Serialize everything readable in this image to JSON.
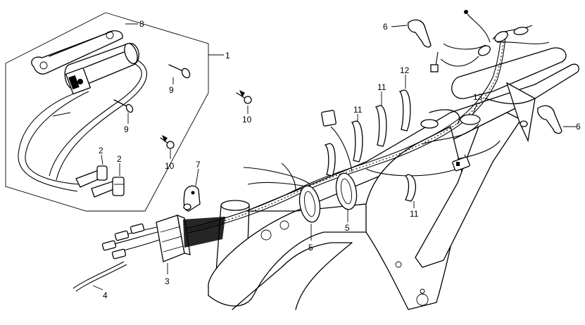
{
  "callouts": [
    {
      "id": "c1",
      "label": "1",
      "part": "ignition-coil-assembly"
    },
    {
      "id": "c2a",
      "label": "2",
      "part": "spark-plug-cap"
    },
    {
      "id": "c2b",
      "label": "2",
      "part": "spark-plug-cap"
    },
    {
      "id": "c3",
      "label": "3",
      "part": "connector-block"
    },
    {
      "id": "c4",
      "label": "4",
      "part": "wire-lead"
    },
    {
      "id": "c5a",
      "label": "5",
      "part": "harness-band"
    },
    {
      "id": "c5b",
      "label": "5",
      "part": "harness-band"
    },
    {
      "id": "c6a",
      "label": "6",
      "part": "wire-clamp"
    },
    {
      "id": "c6b",
      "label": "6",
      "part": "wire-clamp"
    },
    {
      "id": "c7",
      "label": "7",
      "part": "cable-bracket"
    },
    {
      "id": "c8",
      "label": "8",
      "part": "coil-mounting-bracket"
    },
    {
      "id": "c9a",
      "label": "9",
      "part": "bolt"
    },
    {
      "id": "c9b",
      "label": "9",
      "part": "bolt"
    },
    {
      "id": "c10a",
      "label": "10",
      "part": "screw"
    },
    {
      "id": "c10b",
      "label": "10",
      "part": "screw"
    },
    {
      "id": "c11a",
      "label": "11",
      "part": "harness-clip"
    },
    {
      "id": "c11b",
      "label": "11",
      "part": "harness-clip"
    },
    {
      "id": "c11c",
      "label": "11",
      "part": "harness-clip"
    },
    {
      "id": "c12",
      "label": "12",
      "part": "harness-clip"
    },
    {
      "id": "c13",
      "label": "13",
      "part": "harness-band"
    }
  ]
}
